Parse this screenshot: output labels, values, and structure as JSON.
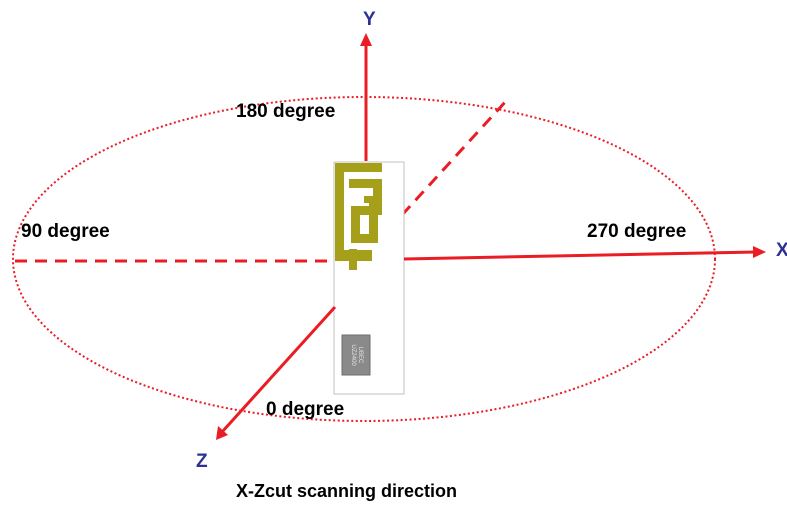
{
  "axes": {
    "x": "X",
    "y": "Y",
    "z": "Z"
  },
  "angles": {
    "d0": "0 degree",
    "d90": "90 degree",
    "d180": "180 degree",
    "d270": "270 degree"
  },
  "chip": {
    "line1": "UBEC",
    "line2": "UZ2400"
  },
  "caption": "X-Zcut scanning direction",
  "colors": {
    "axis_line": "#ea1c24",
    "axis_label": "#2e3192",
    "antenna": "#a59f1a",
    "board_border": "#c0c0c0",
    "chip": "#8a8a8a"
  }
}
